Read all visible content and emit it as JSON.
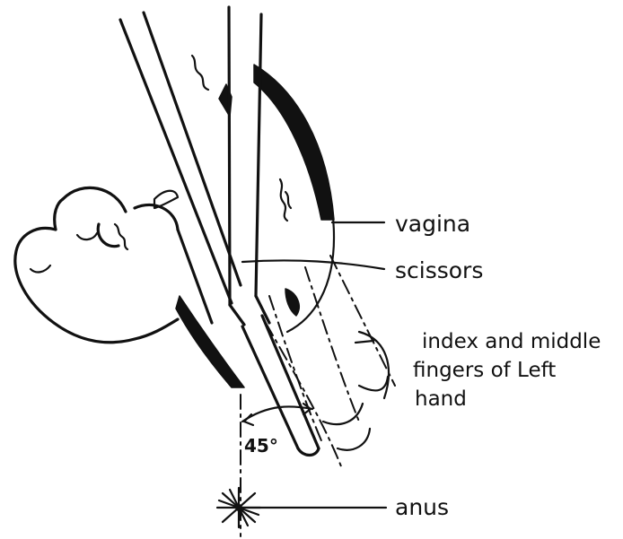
{
  "labels": {
    "vagina": "vagina",
    "scissors": "scissors",
    "fingers_line1": "index and middle",
    "fingers_line2": "fingers of Left",
    "fingers_line3": "hand",
    "anus": "anus",
    "angle": "45°"
  },
  "icons": {
    "anus_symbol": "star-burst-icon"
  },
  "colors": {
    "ink": "#111111",
    "background": "#ffffff"
  }
}
